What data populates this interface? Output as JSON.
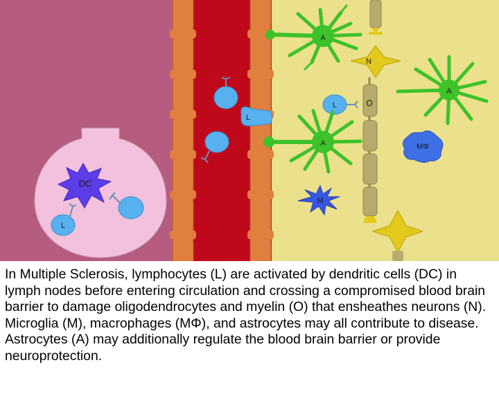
{
  "labels": {
    "dendritic_cell": "DC",
    "lymphocyte": "L",
    "astrocyte": "A",
    "neuron": "N",
    "oligodendrocyte": "O",
    "microglia": "M",
    "macrophage": "MΦ"
  },
  "caption": "In Multiple Sclerosis, lymphocytes (L) are activated by dendritic cells (DC) in lymph nodes before entering circulation and crossing a compromised blood brain barrier to damage oligodendrocytes and myelin (O) that ensheathes neurons (N).  Microglia (M), macrophages (MΦ), and astrocytes may all contribute to disease. Astrocytes (A) may additionally regulate the blood brain barrier or provide neuroprotection.",
  "colors": {
    "lymph_region": "#b65c80",
    "lymph_node": "#f3c1de",
    "blood_vessel": "#c0081b",
    "barrier_cell": "#e07f40",
    "brain_region": "#ebe08b",
    "astrocyte": "#3dc22a",
    "lymphocyte": "#56b1ee",
    "dendritic_cell": "#5b3ee8",
    "microglia": "#3757e2",
    "macrophage": "#3f6fe4",
    "neuron": "#e2c91c",
    "myelin": "#b6ab6c"
  }
}
